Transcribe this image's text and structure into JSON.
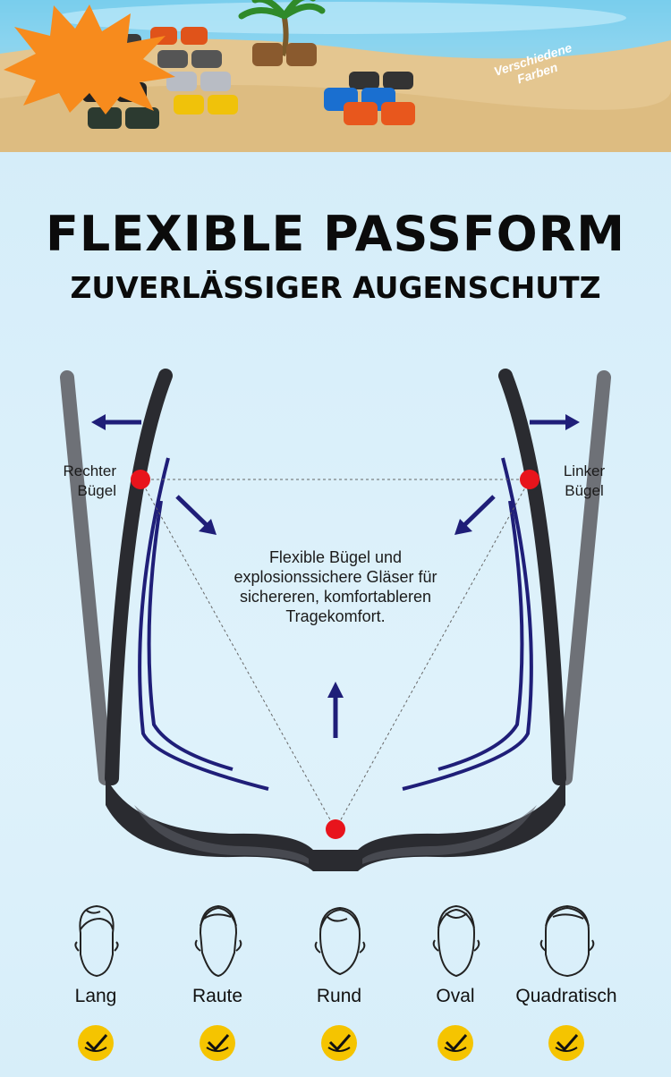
{
  "banner": {
    "badge_text": "Verschiedene Farben",
    "colors": {
      "sand": "#e4c690",
      "sea": "#6cc8ea",
      "burst": "#f78b1d"
    }
  },
  "headline": {
    "line1": "FLEXIBLE PASSFORM",
    "line2": "ZUVERLÄSSIGER AUGENSCHUTZ"
  },
  "diagram": {
    "right_temple_label": "Rechter\nBügel",
    "left_temple_label": "Linker\nBügel",
    "description": "Flexible Bügel und explosionssichere Gläser für sichereren, komfortableren Tragekomfort.",
    "colors": {
      "frame": "#2a2b30",
      "arc": "#1f1e78",
      "dot": "#e8141c"
    }
  },
  "face_shapes": [
    {
      "label": "Lang",
      "icon": "face-long-icon"
    },
    {
      "label": "Raute",
      "icon": "face-diamond-icon"
    },
    {
      "label": "Rund",
      "icon": "face-round-icon"
    },
    {
      "label": "Oval",
      "icon": "face-oval-icon"
    },
    {
      "label": "Quadratisch",
      "icon": "face-square-icon"
    }
  ],
  "check_color": "#f5c400"
}
